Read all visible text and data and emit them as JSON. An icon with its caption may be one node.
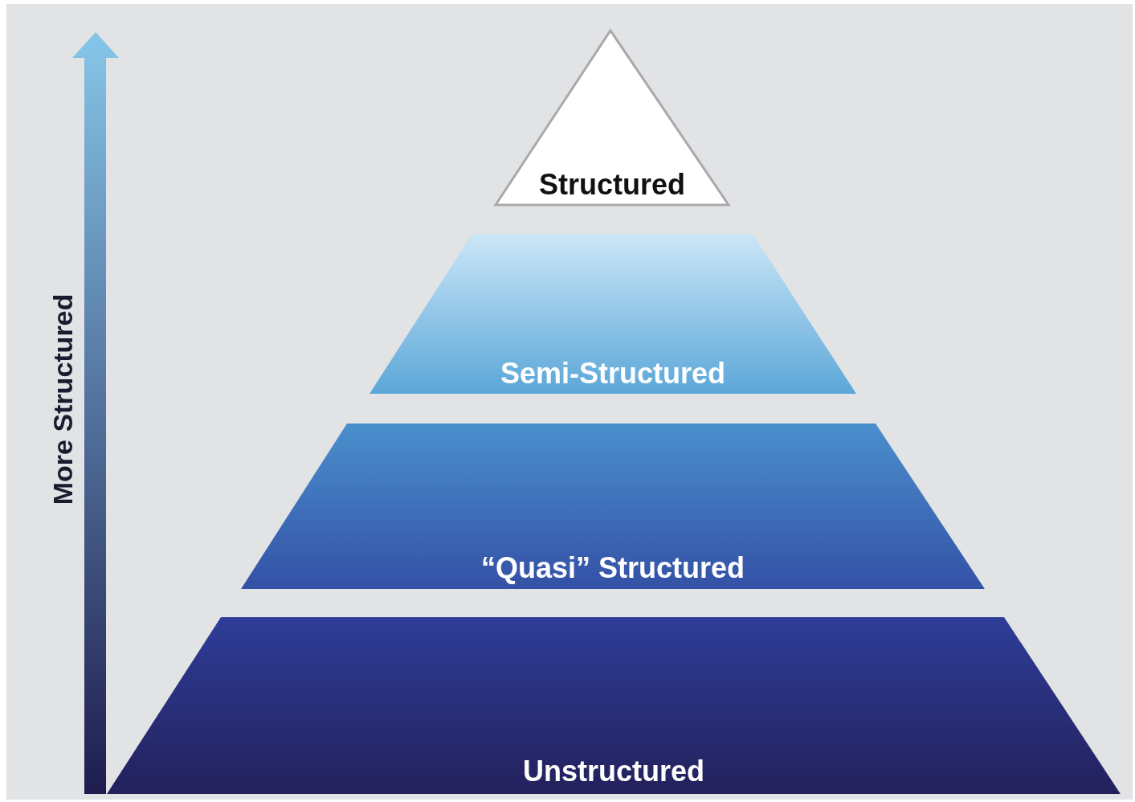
{
  "diagram": {
    "nodes": [
      {
        "text": [
          "Structured"
        ]
      },
      {
        "text": [
          "Semi-Structured"
        ]
      },
      {
        "text": [
          "“Quasi” Structured"
        ]
      },
      {
        "text": [
          "Unstructured"
        ]
      }
    ],
    "labels": [
      "More Structured"
    ]
  }
}
